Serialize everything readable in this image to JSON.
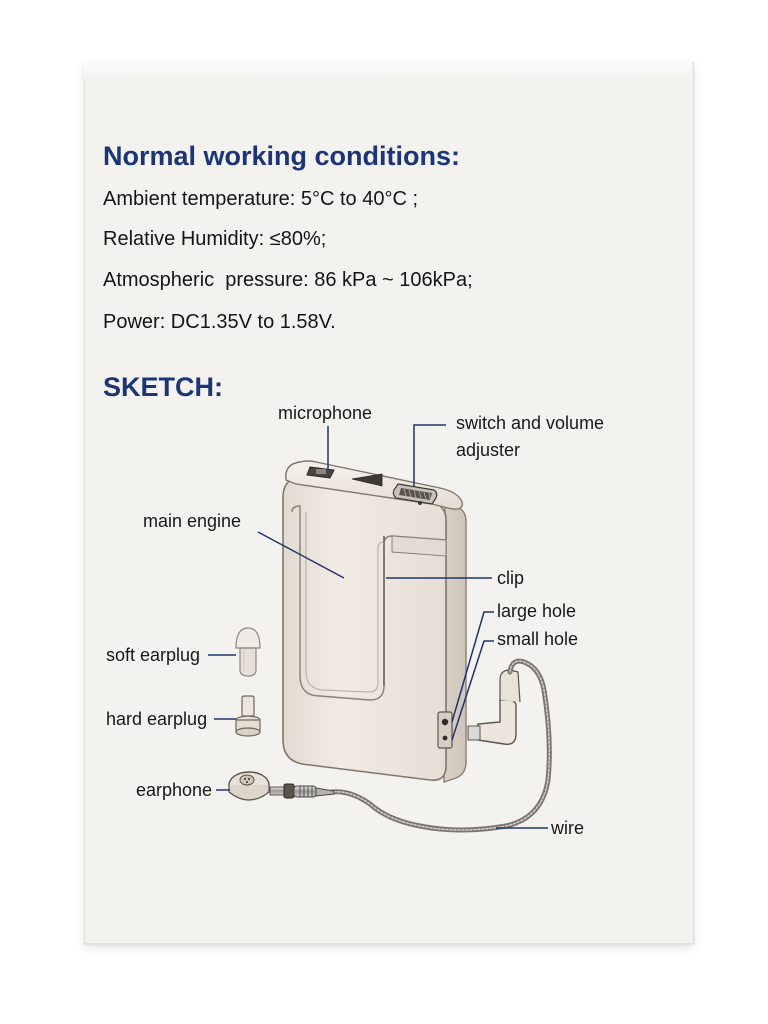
{
  "conditions": {
    "heading": "Normal working conditions:",
    "lines": [
      "Ambient temperature: 5°C to 40°C ;",
      "Relative Humidity: ≤80%;",
      "Atmospheric  pressure: 86 kPa ~ 106kPa;",
      "Power: DC1.35V to 1.58V."
    ]
  },
  "sketch": {
    "heading": "SKETCH:",
    "labels": {
      "microphone": "microphone",
      "switch_line1": "switch and volume",
      "switch_line2": "adjuster",
      "main_engine": "main engine",
      "clip": "clip",
      "large_hole": "large hole",
      "small_hole": "small hole",
      "soft_earplug": "soft earplug",
      "hard_earplug": "hard earplug",
      "earphone": "earphone",
      "wire": "wire"
    }
  },
  "colors": {
    "heading": "#1b3576",
    "leader_line": "#1f3470",
    "device_body": "#ede5dc"
  }
}
